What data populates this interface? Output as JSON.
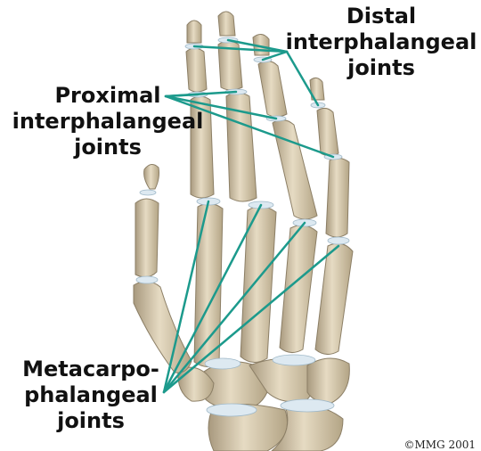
{
  "labels": {
    "distal": {
      "line1": "Distal",
      "line2": "interphalangeal",
      "line3": "joints"
    },
    "proximal": {
      "line1": "Proximal",
      "line2": "interphalangeal",
      "line3": "joints"
    },
    "metacarpophalangeal": {
      "line1": "Metacarpo-",
      "line2": "phalangeal",
      "line3": "joints"
    }
  },
  "copyright": "©MMG 2001",
  "colors": {
    "bone": "#d8cbb2",
    "bone_shadow": "#a8997e",
    "cartilage": "#dde9f1",
    "leader_line": "#1c9a8c",
    "text": "#111111"
  }
}
